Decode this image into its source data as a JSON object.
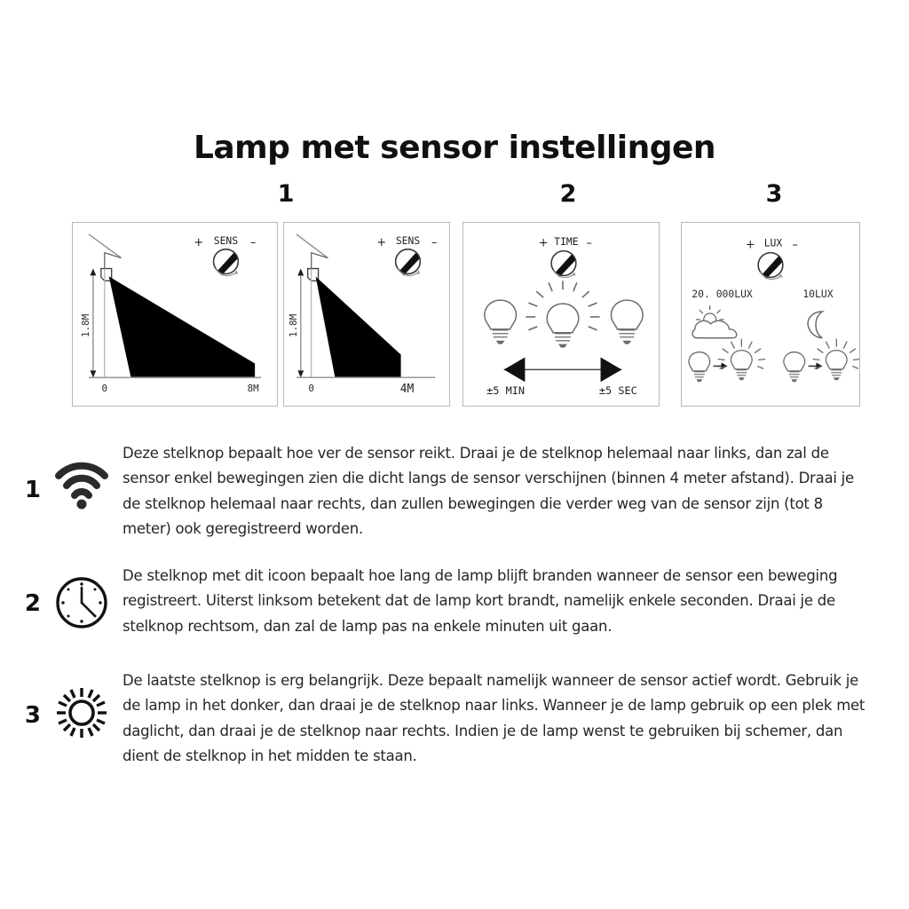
{
  "title": "Lamp met sensor instellingen",
  "panel_headers": [
    {
      "label": "1"
    },
    {
      "label": "2"
    },
    {
      "label": "3"
    }
  ],
  "panels": {
    "sens_wide": {
      "dial_label": "SENS",
      "plus": "+",
      "minus": "–",
      "height_label": "1.8M",
      "origin_label": "0",
      "range_label": "8M"
    },
    "sens_narrow": {
      "dial_label": "SENS",
      "plus": "+",
      "minus": "–",
      "height_label": "1.8M",
      "origin_label": "0",
      "range_label": "4M"
    },
    "time": {
      "dial_label": "TIME",
      "plus": "+",
      "minus": "–",
      "left_label": "±5 MIN",
      "right_label": "±5 SEC"
    },
    "lux": {
      "dial_label": "LUX",
      "plus": "+",
      "minus": "–",
      "left_label": "20. 000LUX",
      "right_label": "10LUX"
    }
  },
  "instructions": [
    {
      "index": "1",
      "icon": "wifi-sensor-icon",
      "text": "Deze stelknop bepaalt hoe ver de sensor reikt. Draai je de stelknop helemaal naar links, dan zal de sensor enkel bewegingen zien die dicht langs de sensor verschijnen (binnen 4 meter afstand). Draai je de stelknop helemaal naar rechts, dan zullen bewegingen die verder weg van de sensor zijn (tot 8 meter) ook geregistreerd worden."
    },
    {
      "index": "2",
      "icon": "clock-icon",
      "text": "De stelknop met dit icoon bepaalt hoe lang de lamp blijft branden wanneer de sensor een beweging registreert. Uiterst linksom betekent dat de lamp kort brandt, namelijk enkele seconden. Draai je de stelknop rechtsom, dan zal de lamp pas na enkele minuten uit gaan."
    },
    {
      "index": "3",
      "icon": "sun-icon",
      "text": "De laatste stelknop is erg belangrijk. Deze bepaalt namelijk wanneer de sensor actief wordt. Gebruik je de lamp in het donker, dan draai je de stelknop naar links. Wanneer je de lamp gebruik op een plek met daglicht, dan draai je de stelknop naar rechts. Indien je de lamp wenst te gebruiken bij schemer, dan dient de stelknop in het midden te staan."
    }
  ],
  "colors": {
    "background": "#ffffff",
    "text": "#262626",
    "heading": "#101010",
    "panel_border": "#b8b8b8",
    "diagram_line": "#9a9a9a",
    "diagram_fill": "#000000"
  }
}
